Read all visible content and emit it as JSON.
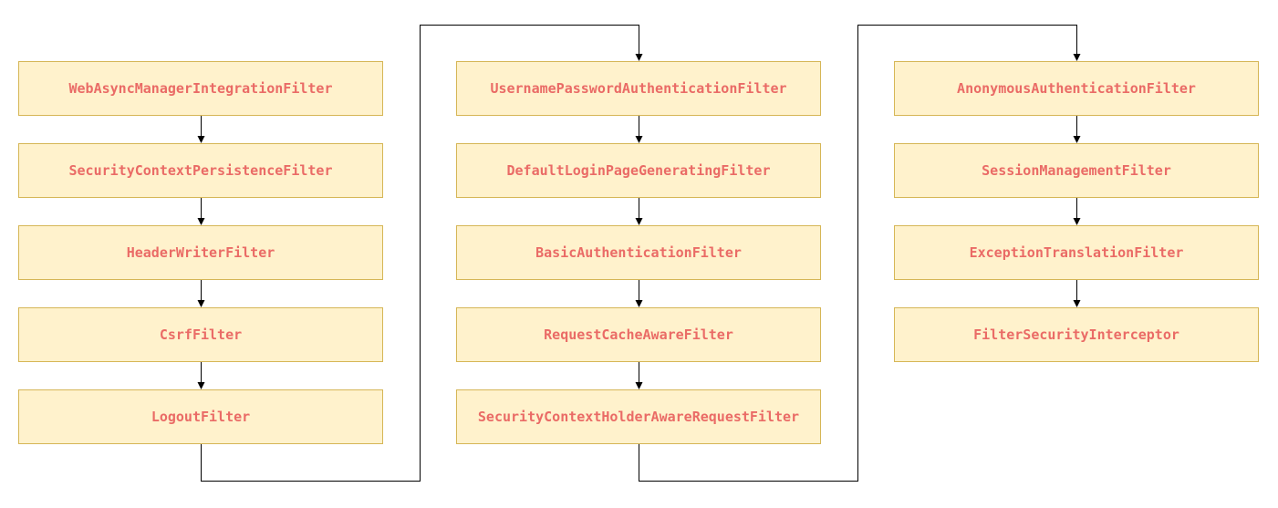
{
  "diagram": {
    "columns": [
      {
        "nodes": [
          "WebAsyncManagerIntegrationFilter",
          "SecurityContextPersistenceFilter",
          "HeaderWriterFilter",
          "CsrfFilter",
          "LogoutFilter"
        ]
      },
      {
        "nodes": [
          "UsernamePasswordAuthenticationFilter",
          "DefaultLoginPageGeneratingFilter",
          "BasicAuthenticationFilter",
          "RequestCacheAwareFilter",
          "SecurityContextHolderAwareRequestFilter"
        ]
      },
      {
        "nodes": [
          "AnonymousAuthenticationFilter",
          "SessionManagementFilter",
          "ExceptionTranslationFilter",
          "FilterSecurityInterceptor"
        ]
      }
    ],
    "colors": {
      "node_fill": "#fff2cc",
      "node_border": "#d6b656",
      "node_text": "#ea6b66",
      "connector": "#000000"
    }
  }
}
